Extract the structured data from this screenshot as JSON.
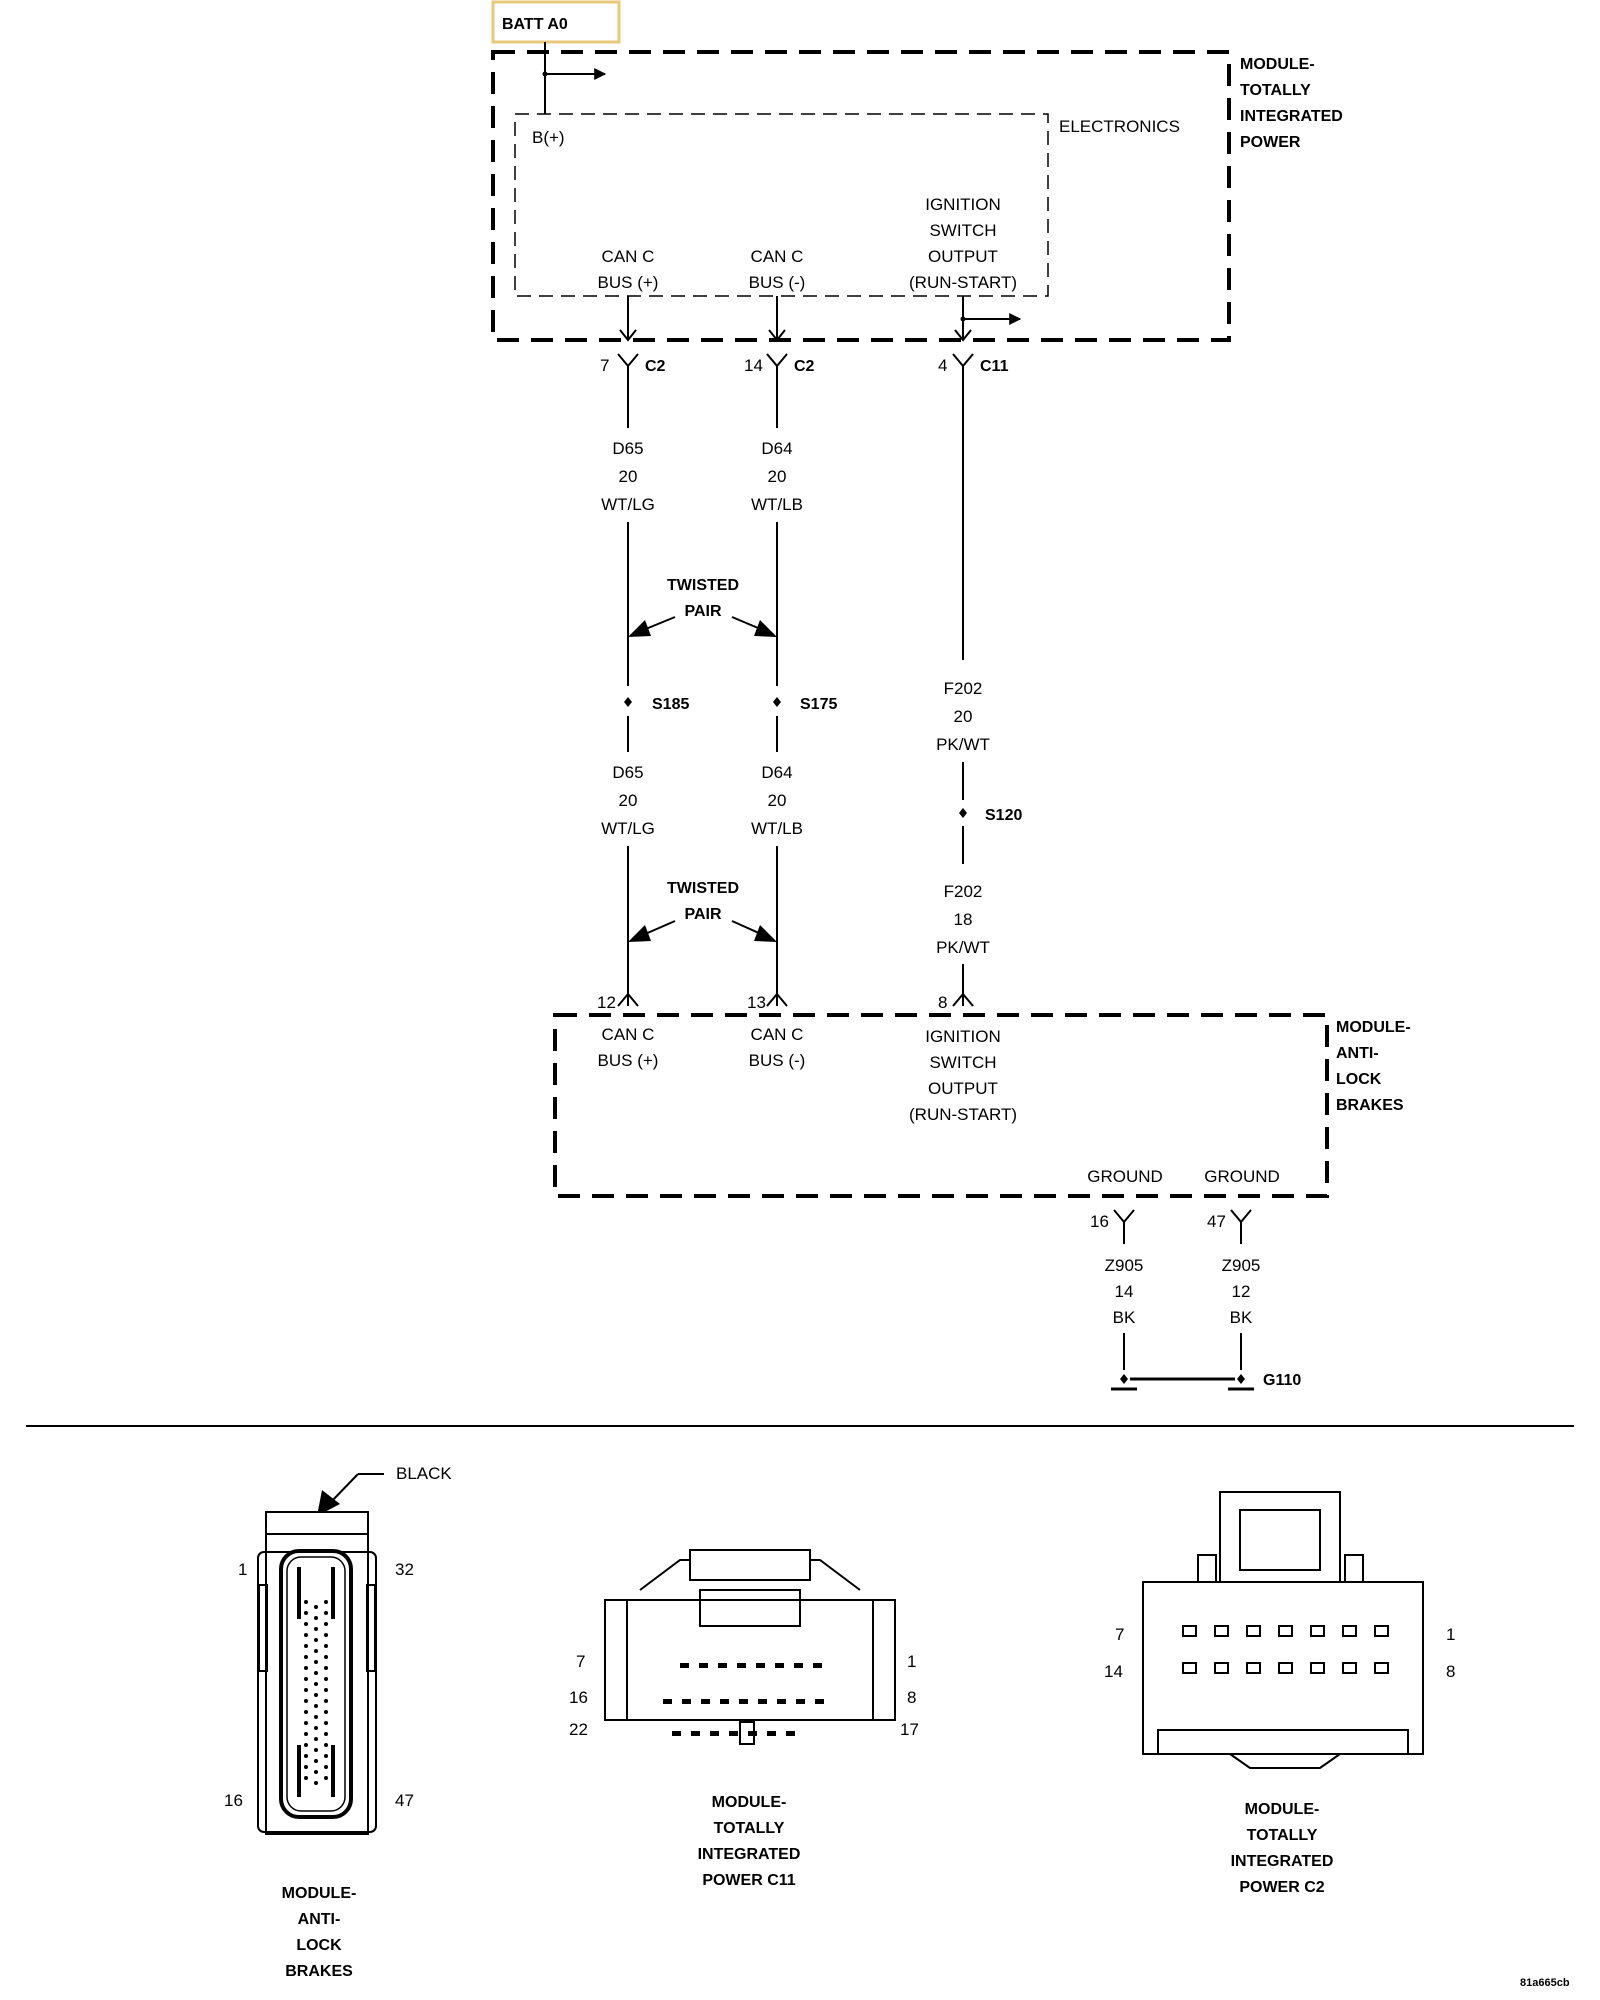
{
  "batt_label": "BATT A0",
  "tipm": {
    "title": [
      "MODULE-",
      "TOTALLY",
      "INTEGRATED",
      "POWER"
    ],
    "electronics": "ELECTRONICS",
    "bplus": "B(+)",
    "can_plus": [
      "CAN C",
      "BUS (+)"
    ],
    "can_minus": [
      "CAN C",
      "BUS (-)"
    ],
    "ign": [
      "IGNITION",
      "SWITCH",
      "OUTPUT",
      "(RUN-START)"
    ]
  },
  "tipm_pins": [
    {
      "pin": "7",
      "conn": "C2"
    },
    {
      "pin": "14",
      "conn": "C2"
    },
    {
      "pin": "4",
      "conn": "C11"
    }
  ],
  "wires_upper": [
    [
      "D65",
      "20",
      "WT/LG"
    ],
    [
      "D64",
      "20",
      "WT/LB"
    ]
  ],
  "twisted_pair": [
    "TWISTED",
    "PAIR"
  ],
  "splices": {
    "s185": "S185",
    "s175": "S175",
    "s120": "S120"
  },
  "wires_lower": [
    [
      "D65",
      "20",
      "WT/LG"
    ],
    [
      "D64",
      "20",
      "WT/LB"
    ]
  ],
  "f202_upper": [
    "F202",
    "20",
    "PK/WT"
  ],
  "f202_lower": [
    "F202",
    "18",
    "PK/WT"
  ],
  "abs_pins": {
    "p12": "12",
    "p13": "13",
    "p8": "8"
  },
  "abs": {
    "title": [
      "MODULE-",
      "ANTI-",
      "LOCK",
      "BRAKES"
    ],
    "can_plus": [
      "CAN C",
      "BUS (+)"
    ],
    "can_minus": [
      "CAN C",
      "BUS (-)"
    ],
    "ign": [
      "IGNITION",
      "SWITCH",
      "OUTPUT",
      "(RUN-START)"
    ],
    "ground1": "GROUND",
    "ground2": "GROUND"
  },
  "ground_pins": {
    "p16": "16",
    "p47": "47"
  },
  "ground_wires": [
    [
      "Z905",
      "14",
      "BK"
    ],
    [
      "Z905",
      "12",
      "BK"
    ]
  ],
  "ground_point": "G110",
  "connectors": {
    "abs": {
      "color_label": "BLACK",
      "pin_tl": "1",
      "pin_tr": "32",
      "pin_bl": "16",
      "pin_br": "47",
      "caption": [
        "MODULE-",
        "ANTI-",
        "LOCK",
        "BRAKES"
      ]
    },
    "c11": {
      "pins": [
        "7",
        "1",
        "16",
        "8",
        "22",
        "17"
      ],
      "caption": [
        "MODULE-",
        "TOTALLY",
        "INTEGRATED",
        "POWER C11"
      ]
    },
    "c2": {
      "pins": [
        "7",
        "1",
        "14",
        "8"
      ],
      "caption": [
        "MODULE-",
        "TOTALLY",
        "INTEGRATED",
        "POWER C2"
      ]
    }
  },
  "figure_id": "81a665cb"
}
